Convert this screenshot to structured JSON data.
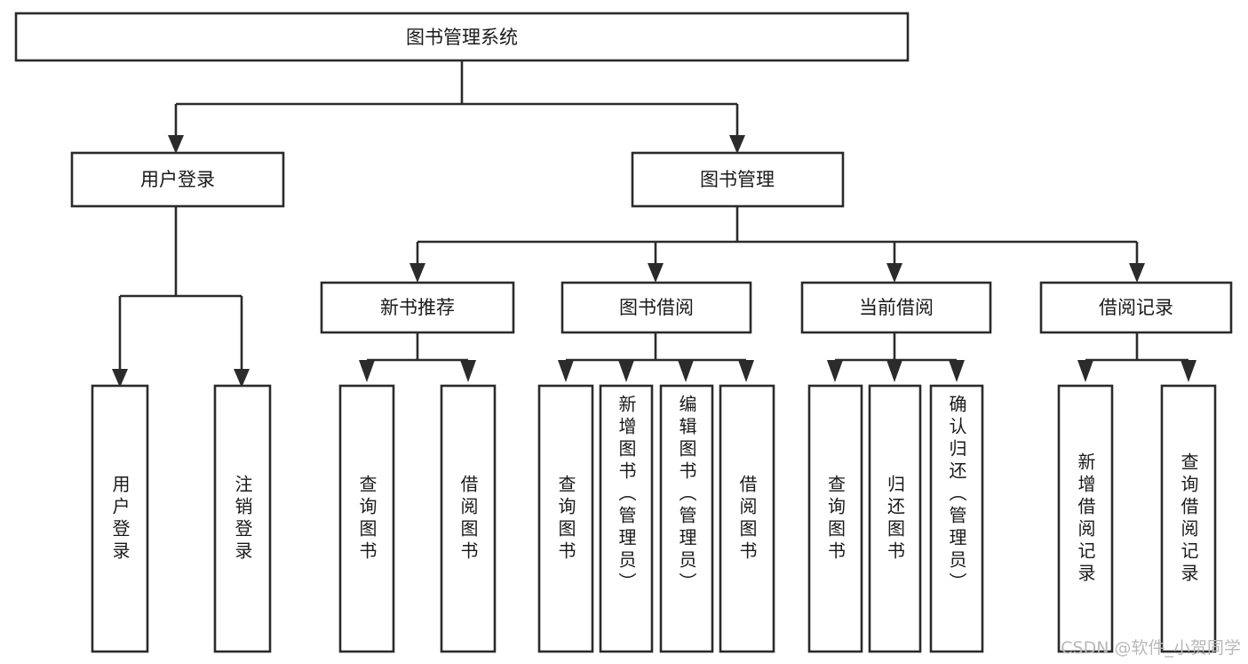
{
  "diagram": {
    "title": "图书管理系统",
    "type": "hierarchy-tree",
    "watermark": "CSDN @软件_小贺同学",
    "colors": {
      "stroke": "#2b2b2b",
      "box_fill": "#ffffff",
      "text": "#1a1a1a",
      "background": "#ffffff",
      "watermark": "#b9b9b9"
    },
    "levels": {
      "root": {
        "label": "图书管理系统",
        "orientation": "horizontal"
      },
      "level2": [
        {
          "id": "user-login",
          "label": "用户登录",
          "orientation": "horizontal"
        },
        {
          "id": "book-management",
          "label": "图书管理",
          "orientation": "horizontal"
        }
      ],
      "level3": [
        {
          "id": "new-book-recommend",
          "label": "新书推荐",
          "orientation": "horizontal",
          "parent": "book-management"
        },
        {
          "id": "book-borrow",
          "label": "图书借阅",
          "orientation": "horizontal",
          "parent": "book-management"
        },
        {
          "id": "current-borrow",
          "label": "当前借阅",
          "orientation": "horizontal",
          "parent": "book-management"
        },
        {
          "id": "borrow-record",
          "label": "借阅记录",
          "orientation": "horizontal",
          "parent": "book-management"
        }
      ],
      "leaves": [
        {
          "id": "leaf-user-login",
          "label": "用户登录",
          "orientation": "vertical",
          "parent": "user-login"
        },
        {
          "id": "leaf-logout-login",
          "label": "注销登录",
          "orientation": "vertical",
          "parent": "user-login"
        },
        {
          "id": "leaf-query-book-1",
          "label": "查询图书",
          "orientation": "vertical",
          "parent": "new-book-recommend"
        },
        {
          "id": "leaf-borrow-book-1",
          "label": "借阅图书",
          "orientation": "vertical",
          "parent": "new-book-recommend"
        },
        {
          "id": "leaf-query-book-2",
          "label": "查询图书",
          "orientation": "vertical",
          "parent": "book-borrow"
        },
        {
          "id": "leaf-add-book",
          "label": "新增图书（管理员）",
          "orientation": "vertical",
          "parent": "book-borrow"
        },
        {
          "id": "leaf-edit-book",
          "label": "编辑图书（管理员）",
          "orientation": "vertical",
          "parent": "book-borrow"
        },
        {
          "id": "leaf-borrow-book-2",
          "label": "借阅图书",
          "orientation": "vertical",
          "parent": "book-borrow"
        },
        {
          "id": "leaf-query-book-3",
          "label": "查询图书",
          "orientation": "vertical",
          "parent": "current-borrow"
        },
        {
          "id": "leaf-return-book",
          "label": "归还图书",
          "orientation": "vertical",
          "parent": "current-borrow"
        },
        {
          "id": "leaf-confirm-return",
          "label": "确认归还（管理员）",
          "orientation": "vertical",
          "parent": "current-borrow"
        },
        {
          "id": "leaf-add-record",
          "label": "新增借阅记录",
          "orientation": "vertical",
          "parent": "borrow-record"
        },
        {
          "id": "leaf-query-record",
          "label": "查询借阅记录",
          "orientation": "vertical",
          "parent": "borrow-record"
        }
      ]
    }
  }
}
